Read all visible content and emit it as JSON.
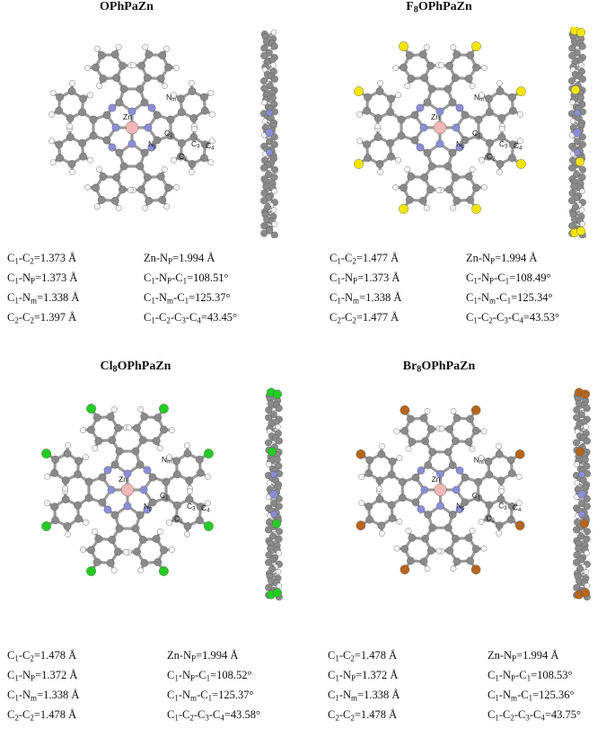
{
  "panels": [
    {
      "id": "ophpazn",
      "title": {
        "prefix": "OPhPaZn",
        "sub": "",
        "suffix": ""
      },
      "halogen": {
        "color": "#ffffff"
      },
      "labels": {
        "nm": "N<sub>m</sub>",
        "zn": "Zn",
        "c1": "C<sub>1</sub>",
        "np": "N<sub>p</sub>",
        "c2": "C<sub>2</sub>",
        "c3": "C<sub>3</sub>",
        "c4": "C<sub>4</sub>"
      },
      "values": [
        [
          "C<sub>1</sub>-C<sub>2</sub>=1.373 Å",
          "Zn-N<sub>P</sub>=1.994 Å"
        ],
        [
          "C<sub>1</sub>-N<sub>P</sub>=1.373 Å",
          "C<sub>1</sub>-N<sub>P</sub>-C<sub>1</sub>=108.51°"
        ],
        [
          "C<sub>1</sub>-N<sub>m</sub>=1.338 Å",
          "C<sub>1</sub>-N<sub>m</sub>-C<sub>1</sub>=125.37°"
        ],
        [
          "C<sub>2</sub>-C<sub>2</sub>=1.397 Å",
          "C<sub>1</sub>-C<sub>2</sub>-C<sub>3</sub>-C<sub>4</sub>=43.45°"
        ]
      ]
    },
    {
      "id": "f8ophpazn",
      "title": {
        "prefix": "F",
        "sub": "8",
        "suffix": "OPhPaZn"
      },
      "halogen": {
        "color": "#f2e600"
      },
      "labels": {
        "nm": "N<sub>m</sub>",
        "zn": "Zn",
        "c1": "C<sub>1</sub>",
        "np": "N<sub>p</sub>",
        "c2": "C<sub>2</sub>",
        "c3": "C<sub>3</sub>",
        "c4": "C<sub>4</sub>"
      },
      "values": [
        [
          "C<sub>1</sub>-C<sub>2</sub>=1.477 Å",
          "Zn-N<sub>P</sub>=1.994 Å"
        ],
        [
          "C<sub>1</sub>-N<sub>P</sub>=1.373 Å",
          "C<sub>1</sub>-N<sub>P</sub>-C<sub>1</sub>=108.49°"
        ],
        [
          "C<sub>1</sub>-N<sub>m</sub>=1.338 Å",
          "C<sub>1</sub>-N<sub>m</sub>-C<sub>1</sub>=125.34°"
        ],
        [
          "C<sub>2</sub>-C<sub>2</sub>=1.477 Å",
          "C<sub>1</sub>-C<sub>2</sub>-C<sub>3</sub>-C<sub>4</sub>=43.53°"
        ]
      ]
    },
    {
      "id": "cl8ophpazn",
      "title": {
        "prefix": "Cl",
        "sub": "8",
        "suffix": "OPhPaZn"
      },
      "halogen": {
        "color": "#22cc22"
      },
      "labels": {
        "nm": "N<sub>m</sub>",
        "zn": "Zn",
        "c1": "C<sub>1</sub>",
        "np": "N<sub>p</sub>",
        "c2": "C<sub>2</sub>",
        "c3": "C<sub>3</sub>",
        "c4": "C<sub>4</sub>"
      },
      "values": [
        [
          "C<sub>1</sub>-C<sub>2</sub>=1.478 Å",
          "Zn-N<sub>P</sub>=1.994 Å"
        ],
        [
          "C<sub>1</sub>-N<sub>P</sub>=1.372 Å",
          "C<sub>1</sub>-N<sub>P</sub>-C<sub>1</sub>=108.52°"
        ],
        [
          "C<sub>1</sub>-N<sub>m</sub>=1.338 Å",
          "C<sub>1</sub>-N<sub>m</sub>-C<sub>1</sub>=125.37°"
        ],
        [
          "C<sub>2</sub>-C<sub>2</sub>=1.478 Å",
          "C<sub>1</sub>-C<sub>2</sub>-C<sub>3</sub>-C<sub>4</sub>=43.58°"
        ]
      ]
    },
    {
      "id": "br8ophpazn",
      "title": {
        "prefix": "Br",
        "sub": "8",
        "suffix": "OPhPaZn"
      },
      "halogen": {
        "color": "#b5651d"
      },
      "labels": {
        "nm": "N<sub>m</sub>",
        "zn": "Zn",
        "c1": "C<sub>1</sub>",
        "np": "N<sub>p</sub>",
        "c2": "C<sub>2</sub>",
        "c3": "C<sub>3</sub>",
        "c4": "C<sub>4</sub>"
      },
      "values": [
        [
          "C<sub>1</sub>-C<sub>2</sub>=1.478 Å",
          "Zn-N<sub>P</sub>=1.994 Å"
        ],
        [
          "C<sub>1</sub>-N<sub>P</sub>=1.372 Å",
          "C<sub>1</sub>-N<sub>P</sub>-C<sub>1</sub>=108.53°"
        ],
        [
          "C<sub>1</sub>-N<sub>m</sub>=1.338 Å",
          "C<sub>1</sub>-N<sub>m</sub>-C<sub>1</sub>=125.36°"
        ],
        [
          "C<sub>2</sub>-C<sub>2</sub>=1.478 Å",
          "C<sub>1</sub>-C<sub>2</sub>-C<sub>3</sub>-C<sub>4</sub>=43.75°"
        ]
      ]
    }
  ],
  "colors": {
    "carbon": "#8a8a8a",
    "hydrogen": "#f4f4f4",
    "nitrogen": "#8c8cd8",
    "zinc": "#f2b7b7",
    "bond": "#9a9a9a"
  }
}
